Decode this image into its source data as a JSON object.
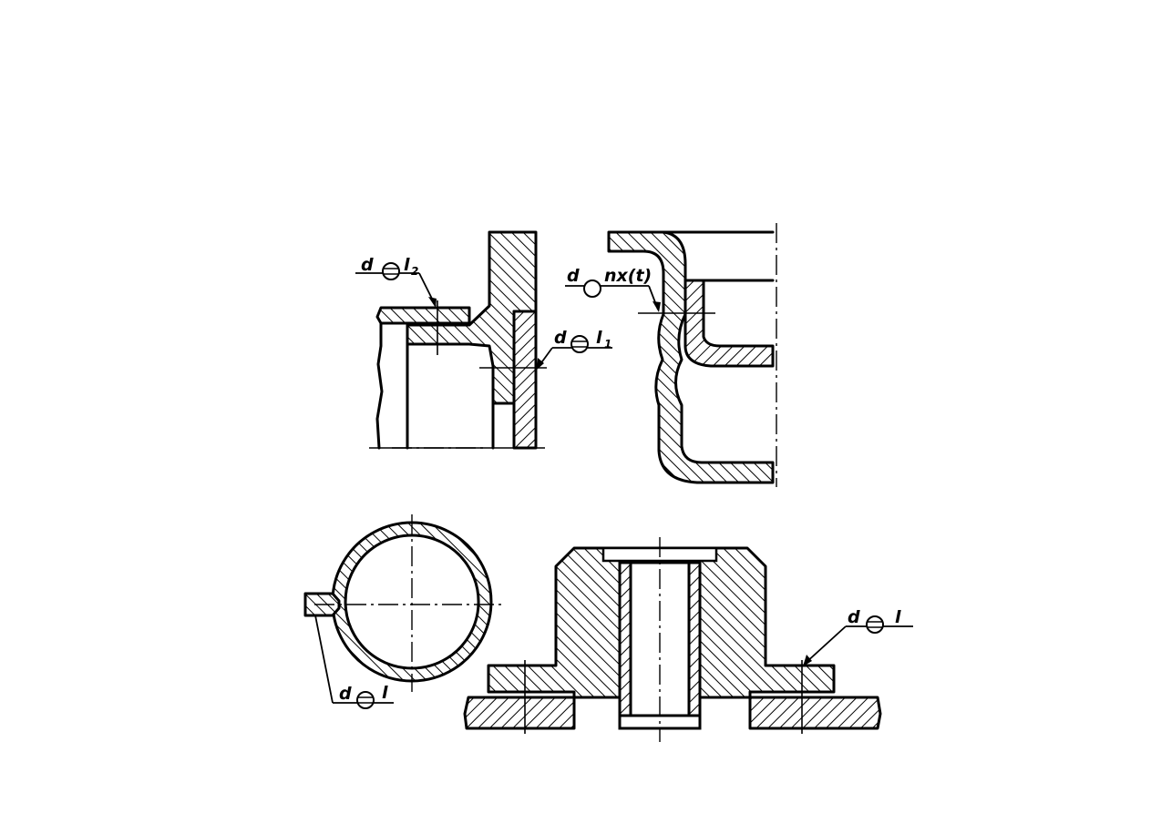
{
  "symbols": {
    "flange": {
      "d": "d",
      "upper_length": "l",
      "upper_sub": "2",
      "lower_length": "l",
      "lower_sub": "1"
    },
    "casing": {
      "d": "d",
      "spec": "nx(t)"
    },
    "ring": {
      "d": "d",
      "length": "l"
    },
    "hub": {
      "d": "d",
      "length": "l"
    }
  }
}
